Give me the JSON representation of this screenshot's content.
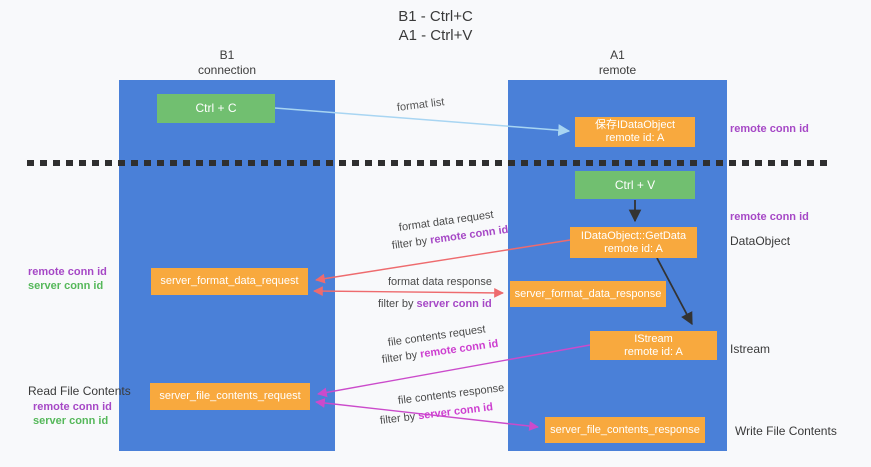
{
  "title": {
    "line1": "B1 - Ctrl+C",
    "line2": "A1 - Ctrl+V"
  },
  "columns": {
    "left": {
      "name": "B1",
      "subtitle": "connection"
    },
    "right": {
      "name": "A1",
      "subtitle": "remote"
    }
  },
  "nodes": {
    "ctrl_c": "Ctrl + C",
    "save_idataobject": {
      "line1": "保存IDataObject",
      "line2": "remote id: A"
    },
    "ctrl_v": "Ctrl + V",
    "getdata": {
      "line1": "IDataObject::GetData",
      "line2": "remote id: A"
    },
    "server_format_data_request": "server_format_data_request",
    "server_format_data_response": "server_format_data_response",
    "istream": {
      "line1": "IStream",
      "line2": "remote id: A"
    },
    "server_file_contents_request": "server_file_contents_request",
    "server_file_contents_response": "server_file_contents_response"
  },
  "edge_labels": {
    "format_list": "format list",
    "format_data_request": "format data request",
    "format_data_response": "format data response",
    "file_contents_request": "file contents request",
    "file_contents_response": "file contents response",
    "filter_by": "filter by",
    "remote_conn_id": "remote conn id",
    "server_conn_id": "server conn id"
  },
  "side_labels": {
    "left_mid": {
      "remote": "remote conn id",
      "server": "server conn id"
    },
    "left_bottom": {
      "title": "Read File Contents",
      "remote": "remote conn id",
      "server": "server conn id"
    },
    "right_top": {
      "remote": "remote conn id"
    },
    "right_mid": {
      "remote": "remote conn id",
      "dataobject": "DataObject"
    },
    "right_istream": "Istream",
    "right_bottom": "Write File Contents"
  },
  "colors": {
    "lane_blue": "#4a80d8",
    "node_green": "#71bf70",
    "node_orange": "#f8a93e",
    "arrow_light_blue": "#a8d5f2",
    "arrow_black": "#333333",
    "arrow_red": "#ee6b6e",
    "arrow_magenta": "#cb4bcb",
    "label_purple": "#a648c6",
    "label_magenta": "#cd3fd0",
    "label_green": "#55b85a"
  }
}
